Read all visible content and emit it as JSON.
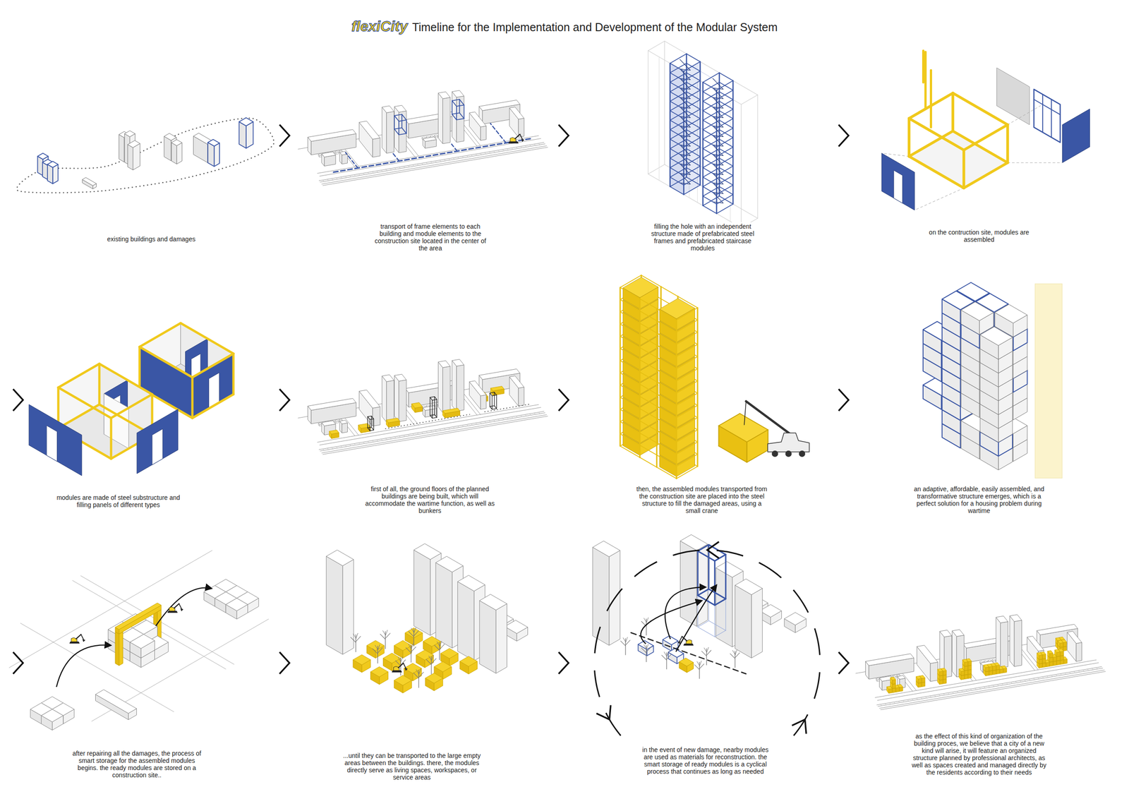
{
  "diagram": {
    "title": "Timeline for the Implementation and Development of the Modular System",
    "labels": [
      "flexiCity",
      "existing buildings and damages",
      "transport of frame elements to each building and module elements to the construction site located in the center of the area",
      "filling the hole with an independent structure made of prefabricated steel frames and prefabricated staircase modules",
      "on the contruction site, modules are assembled",
      "modules are made of steel substructure and filling panels of different types",
      "first of all, the ground floors of the planned buildings are being built, which will accommodate the wartime function, as well as bunkers",
      "then, the assembled modules transported from the construction site are placed into the steel structure to fill the damaged areas, using a small crane",
      "an adaptive, affordable, easily assembled, and transformative structure emerges, which is a perfect solution for a housing problem during wartime",
      "after repairing all the damages, the process of smart storage for the assembled modules begins. the ready modules are stored on a construction site..",
      "...until they can be transported to the large empty areas between the buildings. there, the modules directly serve as living spaces, workspaces, or service areas",
      "in the event of new damage, nearby modules are used as materials for reconstruction. the smart storage of ready modules is a cyclical process that continues as long as needed",
      "as the effect of this kind of organization of the building proces, we believe that a city of a new kind will arise, it will feature an organized structure planned by professional architects, as well as spaces created and managed directly by the residents according to their needs"
    ]
  }
}
